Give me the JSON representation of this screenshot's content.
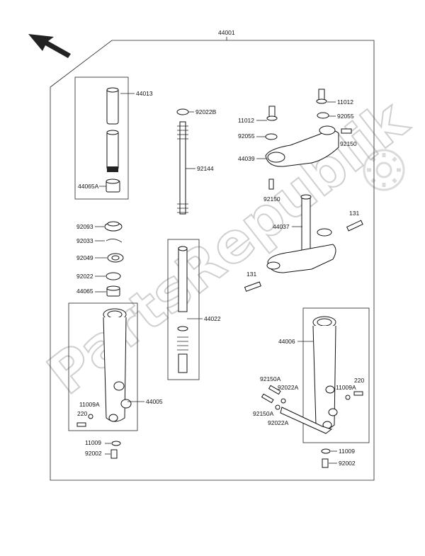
{
  "watermark": "PartsRepublik",
  "labels": {
    "l44001": "44001",
    "l44013": "44013",
    "l44065A": "44065A",
    "l92022B": "92022B",
    "l92144": "92144",
    "l11012a": "11012",
    "l92055a": "92055",
    "l11012b": "11012",
    "l92055b": "92055",
    "l92150a": "92150",
    "l44039": "44039",
    "l92150b": "92150",
    "l92093": "92093",
    "l92033": "92033",
    "l92049": "92049",
    "l92022": "92022",
    "l44065": "44065",
    "l44022": "44022",
    "l44037": "44037",
    "l131a": "131",
    "l131b": "131",
    "l44006": "44006",
    "l44005": "44005",
    "l11009Aa": "11009A",
    "l220a": "220",
    "l11009a": "11009",
    "l92002a": "92002",
    "l92150Aa": "92150A",
    "l92022Aa": "92022A",
    "l92150Ab": "92150A",
    "l92022Ab": "92022A",
    "l220b": "220",
    "l11009Ab": "11009A",
    "l11009b": "11009",
    "l92002b": "92002"
  }
}
